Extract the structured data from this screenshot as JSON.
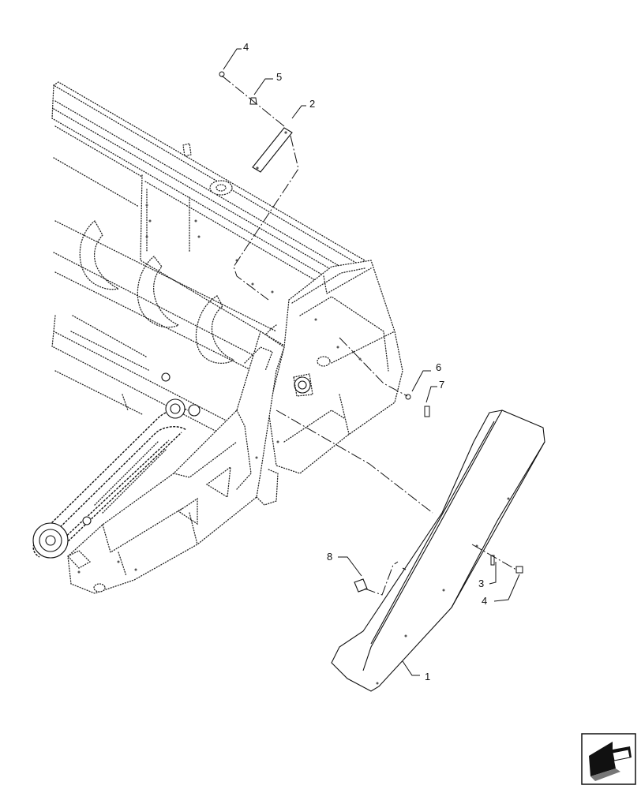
{
  "callouts": [
    {
      "id": "c4a",
      "text": "4"
    },
    {
      "id": "c5",
      "text": "5"
    },
    {
      "id": "c2",
      "text": "2"
    },
    {
      "id": "c6",
      "text": "6"
    },
    {
      "id": "c7",
      "text": "7"
    },
    {
      "id": "c8",
      "text": "8"
    },
    {
      "id": "c3",
      "text": "3"
    },
    {
      "id": "c4b",
      "text": "4"
    },
    {
      "id": "c1",
      "text": "1"
    }
  ],
  "nav_icon": "next-page-arrow-icon"
}
